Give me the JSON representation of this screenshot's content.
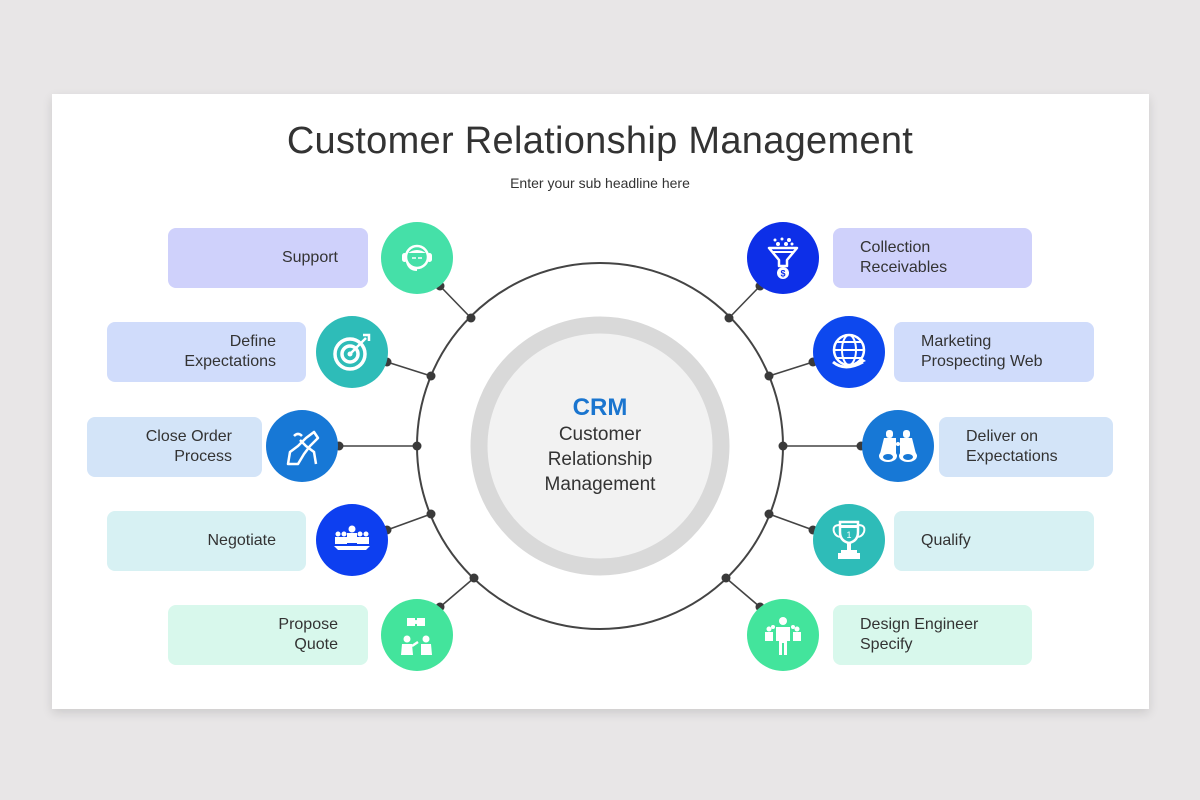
{
  "title": "Customer Relationship Management",
  "subtitle": "Enter your sub headline here",
  "center": {
    "acronym": "CRM",
    "line1": "Customer",
    "line2": "Relationship",
    "line3": "Management",
    "acronym_color": "#1a75cf"
  },
  "colors": {
    "ring": "#444444",
    "dot": "#3a3a3a",
    "inner_border": "#d9d9d9",
    "inner_fill": "#f2f2f2"
  },
  "left_items": [
    {
      "label_line1": "Support",
      "label_line2": "",
      "icon": "headset-agent-icon",
      "icon_color": "#45e0a8",
      "box_color": "#cfd1fb"
    },
    {
      "label_line1": "Define",
      "label_line2": "Expectations",
      "icon": "target-arrow-icon",
      "icon_color": "#2ebcb8",
      "box_color": "#d0dcfb"
    },
    {
      "label_line1": "Close Order",
      "label_line2": "Process",
      "icon": "handshake-icon",
      "icon_color": "#1778d6",
      "box_color": "#d3e4f8"
    },
    {
      "label_line1": "Negotiate",
      "label_line2": "",
      "icon": "meeting-table-icon",
      "icon_color": "#0d3ff0",
      "box_color": "#d7f1f3"
    },
    {
      "label_line1": "Propose",
      "label_line2": "Quote",
      "icon": "puzzle-people-icon",
      "icon_color": "#43e49c",
      "box_color": "#d8f8ec"
    }
  ],
  "right_items": [
    {
      "label_line1": "Collection",
      "label_line2": "Receivables",
      "icon": "funnel-dollar-icon",
      "icon_color": "#0d2fe8",
      "box_color": "#cfd1fb"
    },
    {
      "label_line1": "Marketing",
      "label_line2": "Prospecting Web",
      "icon": "globe-arrow-icon",
      "icon_color": "#0d48ee",
      "box_color": "#d0dcfb"
    },
    {
      "label_line1": "Deliver on",
      "label_line2": "Expectations",
      "icon": "binoculars-icon",
      "icon_color": "#1778d6",
      "box_color": "#d3e4f8"
    },
    {
      "label_line1": "Qualify",
      "label_line2": "",
      "icon": "trophy-icon",
      "icon_color": "#2ebcb8",
      "box_color": "#d7f1f3"
    },
    {
      "label_line1": "Design Engineer",
      "label_line2": "Specify",
      "icon": "team-leader-icon",
      "icon_color": "#43e49c",
      "box_color": "#d8f8ec"
    }
  ]
}
